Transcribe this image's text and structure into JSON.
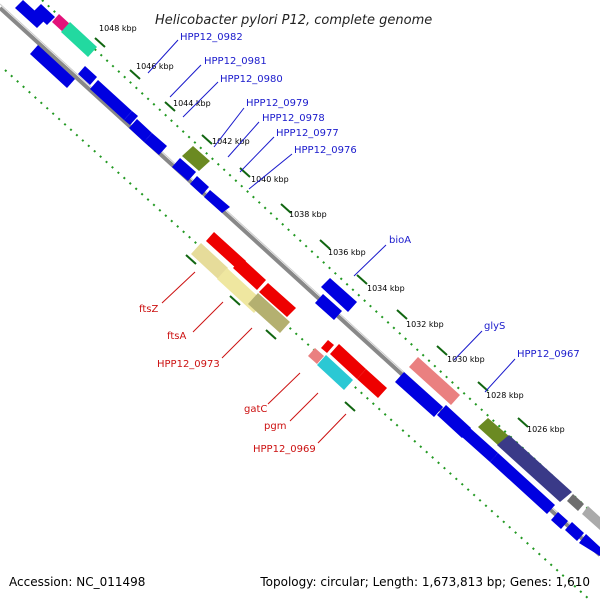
{
  "title": "Helicobacter pylori P12, complete genome",
  "footer": {
    "accession": "Accession: NC_011498",
    "summary": "Topology: circular; Length: 1,673,813 bp; Genes: 1,610"
  },
  "colors": {
    "forward_strand": "#0000e0",
    "reverse_strand": "#ee0000",
    "tick_green": "#229922",
    "backbone": "#888888",
    "label_blue": "#1a1acc",
    "label_red": "#cc1111"
  },
  "kbp_ticks": [
    "1048 kbp",
    "1046 kbp",
    "1044 kbp",
    "1042 kbp",
    "1040 kbp",
    "1038 kbp",
    "1036 kbp",
    "1034 kbp",
    "1032 kbp",
    "1030 kbp",
    "1028 kbp",
    "1026 kbp"
  ],
  "gene_labels_top": [
    "HPP12_0982",
    "HPP12_0981",
    "HPP12_0980",
    "HPP12_0979",
    "HPP12_0978",
    "HPP12_0977",
    "HPP12_0976",
    "bioA",
    "glyS",
    "HPP12_0967"
  ],
  "gene_labels_bottom": [
    "ftsZ",
    "ftsA",
    "HPP12_0973",
    "gatC",
    "pgm",
    "HPP12_0969"
  ]
}
